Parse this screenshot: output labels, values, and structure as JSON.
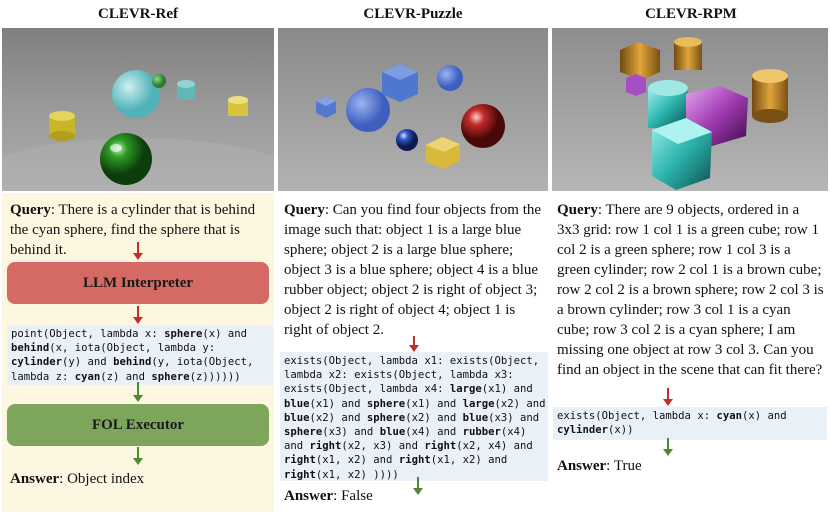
{
  "columns": {
    "ref": {
      "title": "CLEVR-Ref",
      "query_label": "Query",
      "query_text": ": There is a cylinder that is behind the cyan sphere, find the sphere that is behind it.",
      "interpreter_label": "LLM Interpreter",
      "program_lines": [
        [
          {
            "t": "point(Object, lambda x: "
          },
          {
            "t": "sphere",
            "b": true
          },
          {
            "t": "(x) and"
          }
        ],
        [
          {
            "t": "behind",
            "b": true
          },
          {
            "t": "(x, iota(Object, lambda y:"
          }
        ],
        [
          {
            "t": "cylinder",
            "b": true
          },
          {
            "t": "(y) and "
          },
          {
            "t": "behind",
            "b": true
          },
          {
            "t": "(y, iota(Object,"
          }
        ],
        [
          {
            "t": "lambda z: "
          },
          {
            "t": "cyan",
            "b": true
          },
          {
            "t": "(z) and "
          },
          {
            "t": "sphere",
            "b": true
          },
          {
            "t": "(z))))))"
          }
        ]
      ],
      "executor_label": "FOL Executor",
      "answer_label": "Answer",
      "answer_text": ": Object index"
    },
    "puzzle": {
      "title": "CLEVR-Puzzle",
      "query_label": "Query",
      "query_text": ": Can you find four objects from the image such that: object 1 is a large blue sphere; object 2 is a large blue sphere; object 3 is a blue sphere; object 4 is a blue rubber object; object 2 is right of object 3; object 2 is right of object 4; object 1 is right of object 2.",
      "program_lines": [
        [
          {
            "t": "exists(Object, lambda x1: exists(Object,"
          }
        ],
        [
          {
            "t": "lambda x2: exists(Object, lambda x3:"
          }
        ],
        [
          {
            "t": "exists(Object, lambda x4: "
          },
          {
            "t": "large",
            "b": true
          },
          {
            "t": "(x1) and"
          }
        ],
        [
          {
            "t": "blue",
            "b": true
          },
          {
            "t": "(x1) and "
          },
          {
            "t": "sphere",
            "b": true
          },
          {
            "t": "(x1) and "
          },
          {
            "t": "large",
            "b": true
          },
          {
            "t": "(x2) and"
          }
        ],
        [
          {
            "t": "blue",
            "b": true
          },
          {
            "t": "(x2) and "
          },
          {
            "t": "sphere",
            "b": true
          },
          {
            "t": "(x2) and "
          },
          {
            "t": "blue",
            "b": true
          },
          {
            "t": "(x3) and"
          }
        ],
        [
          {
            "t": "sphere",
            "b": true
          },
          {
            "t": "(x3) and "
          },
          {
            "t": "blue",
            "b": true
          },
          {
            "t": "(x4) and "
          },
          {
            "t": "rubber",
            "b": true
          },
          {
            "t": "(x4)"
          }
        ],
        [
          {
            "t": "and "
          },
          {
            "t": "right",
            "b": true
          },
          {
            "t": "(x2, x3) and "
          },
          {
            "t": "right",
            "b": true
          },
          {
            "t": "(x2, x4) and"
          }
        ],
        [
          {
            "t": "right",
            "b": true
          },
          {
            "t": "(x1, x2) and "
          },
          {
            "t": "right",
            "b": true
          },
          {
            "t": "(x1, x2) and"
          }
        ],
        [
          {
            "t": "right",
            "b": true
          },
          {
            "t": "(x1, x2) ))))"
          }
        ]
      ],
      "answer_label": "Answer",
      "answer_text": ": False"
    },
    "rpm": {
      "title": "CLEVR-RPM",
      "query_label": "Query",
      "query_text": ": There are 9 objects, ordered in a 3x3 grid: row 1 col 1 is a green cube; row 1 col 2 is a green sphere; row 1 col 3 is a green cylinder; row 2 col 1 is a brown cube; row 2 col 2 is a brown sphere; row 2 col 3 is a brown cylinder; row 3 col 1 is a cyan cube; row 3 col 2 is a cyan sphere; I am missing one object at row 3 col 3. Can you find an object in the scene that can fit there?",
      "program_lines": [
        [
          {
            "t": "exists(Object, lambda x: "
          },
          {
            "t": "cyan",
            "b": true
          },
          {
            "t": "(x) and"
          }
        ],
        [
          {
            "t": "cylinder",
            "b": true
          },
          {
            "t": "(x))"
          }
        ]
      ],
      "answer_label": "Answer",
      "answer_text": ": True"
    }
  },
  "colors": {
    "arrow_red": "#c0302a",
    "arrow_green": "#4f8a33",
    "llm_box": "#d46a63",
    "fol_box": "#7da55c",
    "panel_bg": "#fdf6e1",
    "code_bg": "#eaf0f7"
  }
}
